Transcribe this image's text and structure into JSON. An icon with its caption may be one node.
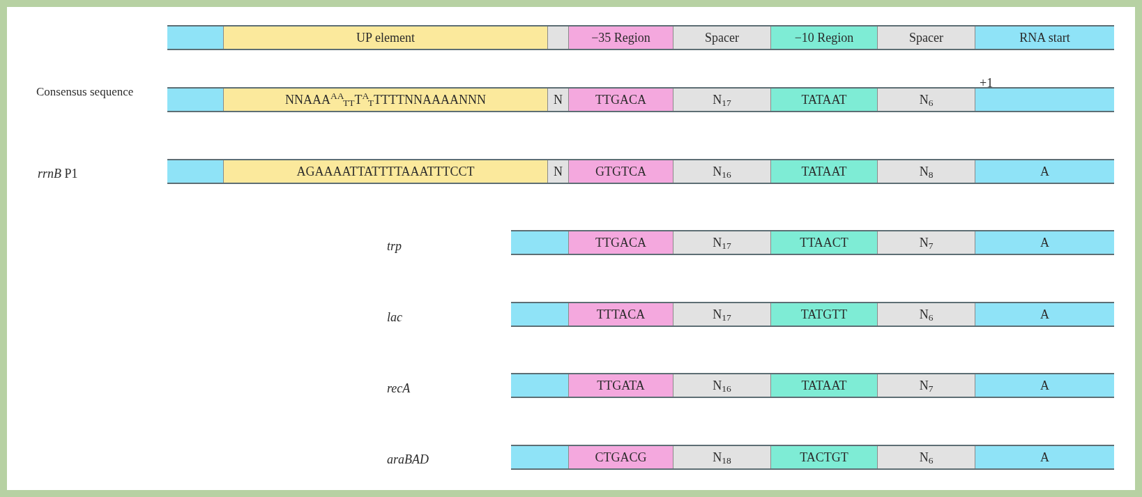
{
  "diagram": {
    "nodes": [
      {
        "text": [],
        "shape": "bar"
      },
      {
        "text": [],
        "shape": "box",
        "in": 0
      },
      {
        "text": [
          "UP element"
        ],
        "in": 0
      },
      {
        "text": [],
        "shape": "box",
        "in": 0
      },
      {
        "text": [
          "−35 Region"
        ],
        "in": 0
      },
      {
        "text": [
          "Spacer"
        ],
        "in": 0
      },
      {
        "text": [
          "−10 Region"
        ],
        "in": 0
      },
      {
        "text": [
          "Spacer"
        ],
        "in": 0
      },
      {
        "text": [
          "RNA start"
        ],
        "in": 0
      },
      {
        "text": [],
        "shape": "bar",
        "beside": [
          "Consensus sequence"
        ]
      },
      {
        "text": [],
        "shape": "box",
        "in": 9
      },
      {
        "text": [
          "NNAAA$^{AA}$$_{TT}$T$^{A}$$_{T}$TTTTNNAAAANNN"
        ],
        "in": 9
      },
      {
        "text": [
          "N"
        ],
        "in": 9
      },
      {
        "text": [
          "TTGACA"
        ],
        "in": 9
      },
      {
        "text": [
          "N$_{17}$"
        ],
        "in": 9
      },
      {
        "text": [
          "TATAAT"
        ],
        "in": 9
      },
      {
        "text": [
          "N$_{6}$"
        ],
        "in": 9
      },
      {
        "text": [],
        "shape": "box",
        "in": 9
      },
      {
        "text": [],
        "shape": "bar"
      },
      {
        "text": [],
        "shape": "box",
        "in": 18
      },
      {
        "text": [
          "AGAAAATTATTTTAAATTTCCT"
        ],
        "in": 18
      },
      {
        "text": [
          "N"
        ],
        "in": 18
      },
      {
        "text": [
          "GTGTCA"
        ],
        "in": 18
      },
      {
        "text": [
          "N$_{16}$"
        ],
        "in": 18
      },
      {
        "text": [
          "TATAAT"
        ],
        "in": 18
      },
      {
        "text": [
          "N$_{8}$"
        ],
        "in": 18
      },
      {
        "text": [
          "A"
        ],
        "in": 18
      },
      {
        "text": [],
        "shape": "bar"
      },
      {
        "text": [],
        "shape": "box",
        "in": 27
      },
      {
        "text": [
          "TTGACA"
        ],
        "in": 27
      },
      {
        "text": [
          "N$_{17}$"
        ],
        "in": 27
      },
      {
        "text": [
          "TTAACT"
        ],
        "in": 27
      },
      {
        "text": [
          "N$_{7}$"
        ],
        "in": 27
      },
      {
        "text": [
          "A"
        ],
        "in": 27
      },
      {
        "text": [],
        "shape": "bar"
      },
      {
        "text": [],
        "shape": "box",
        "in": 34
      },
      {
        "text": [
          "TTTACA"
        ],
        "in": 34
      },
      {
        "text": [
          "N$_{17}$"
        ],
        "in": 34
      },
      {
        "text": [
          "TATGTT"
        ],
        "in": 34
      },
      {
        "text": [
          "N$_{6}$"
        ],
        "in": 34
      },
      {
        "text": [
          "A"
        ],
        "in": 34
      },
      {
        "text": [],
        "shape": "bar"
      },
      {
        "text": [],
        "shape": "box",
        "in": 41
      },
      {
        "text": [
          "TTGATA"
        ],
        "in": 41
      },
      {
        "text": [
          "N$_{16}$"
        ],
        "in": 41
      },
      {
        "text": [
          "TATAAT"
        ],
        "in": 41
      },
      {
        "text": [
          "N$_{7}$"
        ],
        "in": 41
      },
      {
        "text": [
          "A"
        ],
        "in": 41
      },
      {
        "text": [],
        "shape": "bar"
      },
      {
        "text": [],
        "shape": "box",
        "in": 48
      },
      {
        "text": [
          "CTGACG"
        ],
        "in": 48
      },
      {
        "text": [
          "N$_{18}$"
        ],
        "in": 48
      },
      {
        "text": [
          "TACTGT"
        ],
        "in": 48
      },
      {
        "text": [
          "N$_{6}$"
        ],
        "in": 48
      },
      {
        "text": [
          "A"
        ],
        "in": 48
      }
    ],
    "labels": [
      "+1",
      "*rrnB* P1",
      "trp",
      "lac",
      "recA",
      "araBAD"
    ]
  }
}
